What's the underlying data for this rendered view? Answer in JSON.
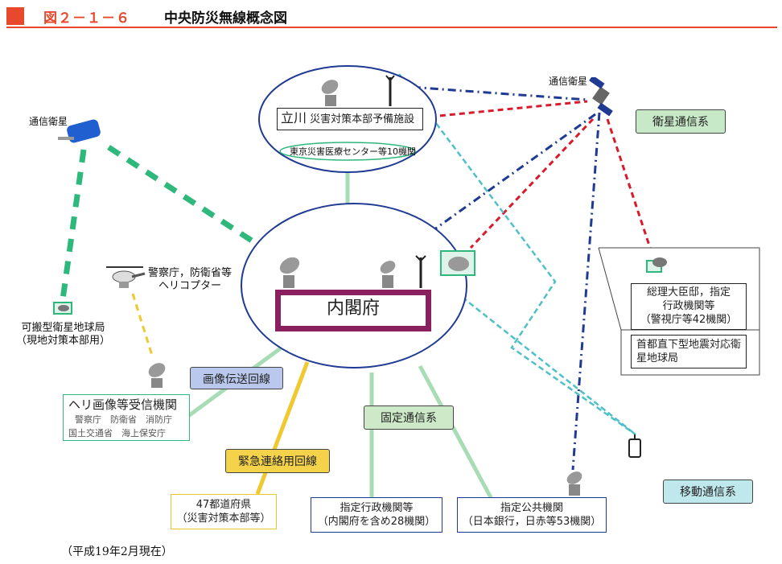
{
  "header": {
    "figure_number": "図２－１－６",
    "title": "中央防災無線概念図"
  },
  "center": {
    "label": "内閣府"
  },
  "tachikawa": {
    "place": "立川",
    "facility": "災害対策本部予備施設",
    "sub": "東京災害医療センター等10機関"
  },
  "satellite_right": {
    "label": "通信衛星"
  },
  "satellite_left": {
    "label": "通信衛星"
  },
  "helicopter": {
    "line1": "警察庁，防衛省等",
    "line2": "ヘリコプター"
  },
  "portable_station": {
    "line1": "可搬型衛星地球局",
    "line2": "（現地対策本部用）"
  },
  "heli_receiver": {
    "title": "ヘリ画像等受信機関",
    "line1": "警察庁　防衛省　消防庁",
    "line2": "国土交通省　海上保安庁"
  },
  "prefectures": {
    "line1": "47都道府県",
    "line2": "（災害対策本部等）"
  },
  "designated_admin": {
    "line1": "指定行政機関等",
    "line2": "（内閣府を含め28機関）"
  },
  "designated_public": {
    "line1": "指定公共機関",
    "line2": "（日本銀行，日赤等53機関）"
  },
  "pm_residence": {
    "line1": "総理大臣邸，指定",
    "line2": "行政機関等",
    "line3": "（警視庁等42機関）"
  },
  "quake_station": {
    "line1": "首都直下型地震対応衛",
    "line2": "星地球局"
  },
  "tags": {
    "satellite_system": "衛星通信系",
    "image_line": "画像伝送回線",
    "fixed_system": "固定通信系",
    "emergency_line": "緊急連絡用回線",
    "mobile_system": "移動通信系"
  },
  "footnote": "（平成19年2月現在）",
  "colors": {
    "accent": "#e8482c",
    "center_border": "#8a2060",
    "navy": "#1f3a93",
    "satellite_tag_bg": "#c8e9c8",
    "image_tag_bg": "#b9c8ec",
    "fixed_tag_bg": "#cde9c8",
    "emergency_tag_bg": "#f4d34a",
    "mobile_tag_bg": "#bfe8ec"
  }
}
